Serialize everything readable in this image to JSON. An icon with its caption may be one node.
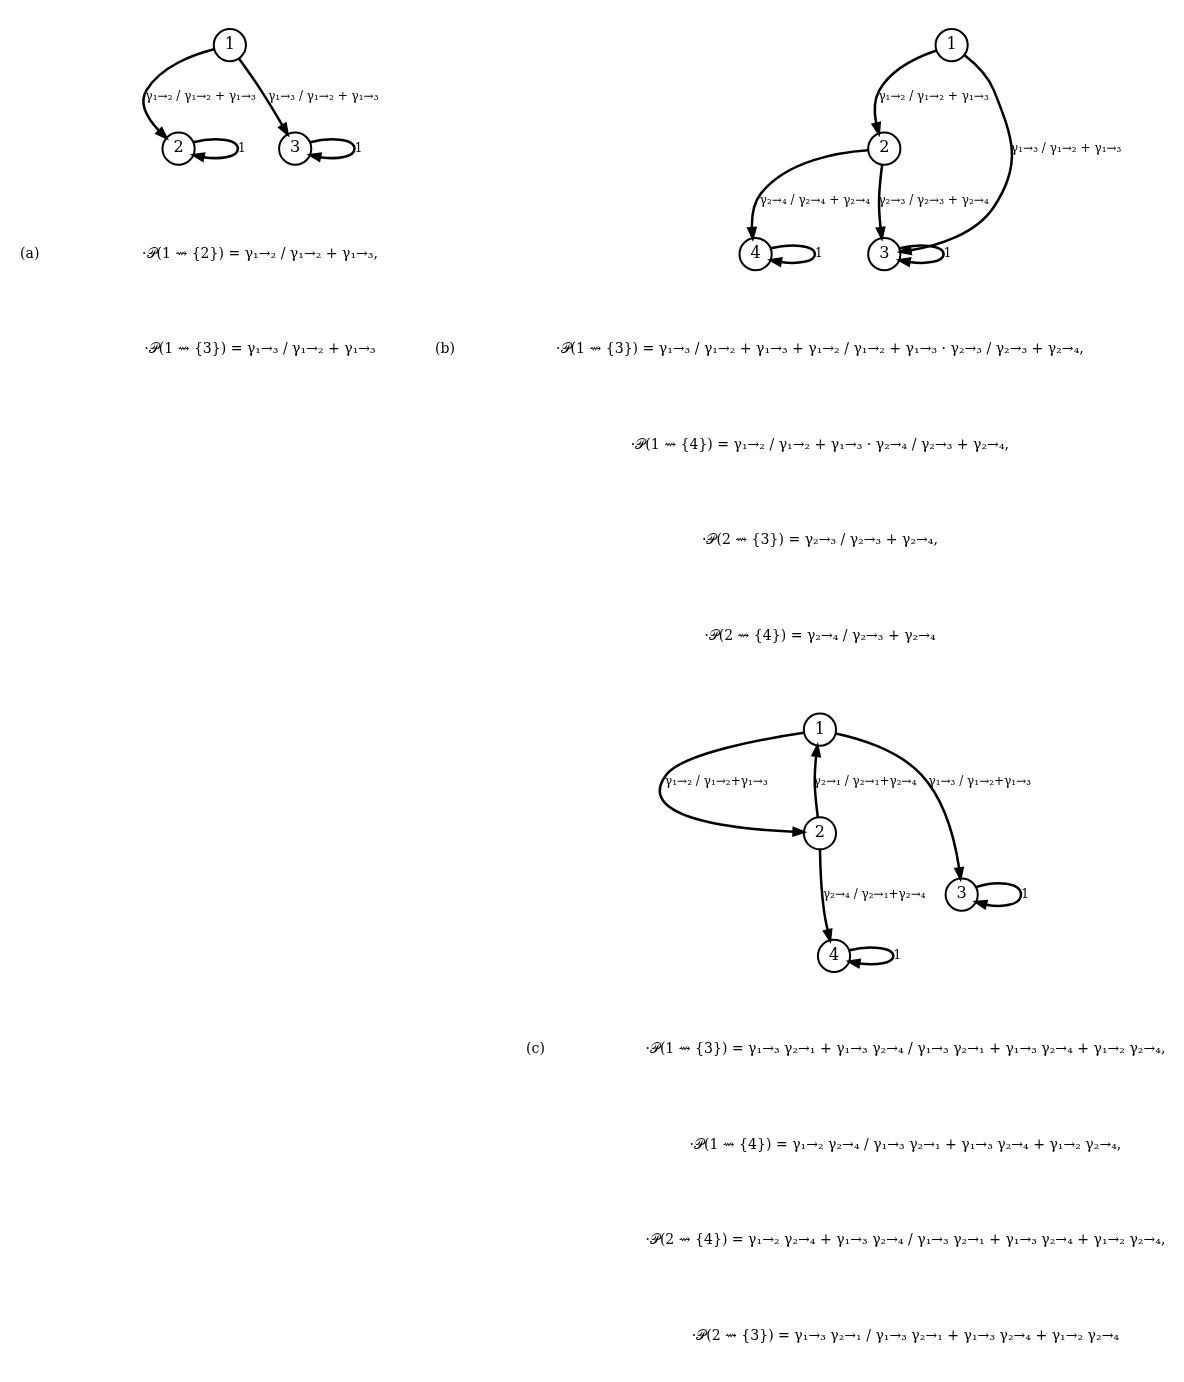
{
  "diagram": {
    "nodes": [
      {
        "text": [
          "1"
        ]
      },
      {
        "text": [
          "2"
        ]
      },
      {
        "text": [
          "3"
        ]
      },
      {
        "text": [
          "1"
        ]
      },
      {
        "text": [
          "2"
        ]
      },
      {
        "text": [
          "4"
        ]
      },
      {
        "text": [
          "3"
        ]
      },
      {
        "text": [
          "1"
        ]
      },
      {
        "text": [
          "2"
        ]
      },
      {
        "text": [
          "3"
        ]
      },
      {
        "text": [
          "4"
        ]
      }
    ],
    "edges": [
      {
        "from": 0,
        "to": 1,
        "arrow": "to",
        "label": "γ₁→₂ / γ₁→₂ + γ₁→₃"
      },
      {
        "from": 0,
        "to": 2,
        "arrow": "to",
        "label": "γ₁→₃ / γ₁→₂ + γ₁→₃"
      },
      {
        "from": 1,
        "to": 1,
        "arrow": "to",
        "label": "1"
      },
      {
        "from": 2,
        "to": 2,
        "arrow": "to",
        "label": "1"
      },
      {
        "from": 3,
        "to": 4,
        "arrow": "to",
        "label": "γ₁→₂ / γ₁→₂ + γ₁→₃"
      },
      {
        "from": 3,
        "to": 6,
        "arrow": "to",
        "label": "γ₁→₃ / γ₁→₂ + γ₁→₃"
      },
      {
        "from": 4,
        "to": 5,
        "arrow": "to",
        "label": "γ₂→₄ / γ₂→₄ + γ₂→₄"
      },
      {
        "from": 4,
        "to": 6,
        "arrow": "to",
        "label": "γ₂→₃ / γ₂→₃ + γ₂→₄"
      },
      {
        "from": 5,
        "to": 5,
        "arrow": "to",
        "label": "1"
      },
      {
        "from": 6,
        "to": 6,
        "arrow": "to",
        "label": "1"
      },
      {
        "from": 7,
        "to": 8,
        "arrow": "to",
        "label": "γ₁→₂ / γ₁→₂+γ₁→₃"
      },
      {
        "from": 8,
        "to": 7,
        "arrow": "to",
        "label": "γ₂→₁ / γ₂→₁+γ₂→₄"
      },
      {
        "from": 7,
        "to": 9,
        "arrow": "to",
        "label": "γ₁→₃ / γ₁→₂+γ₁→₃"
      },
      {
        "from": 8,
        "to": 10,
        "arrow": "to",
        "label": "γ₂→₄ / γ₂→₁+γ₂→₄"
      },
      {
        "from": 9,
        "to": 9,
        "arrow": "to",
        "label": "1"
      },
      {
        "from": 10,
        "to": 10,
        "arrow": "to",
        "label": "1"
      }
    ],
    "labels": [
      "(a)",
      "·𝒫(1 ⇝ {2}) = γ₁→₂ / γ₁→₂ + γ₁→₃,",
      "·𝒫(1 ⇝ {3}) = γ₁→₃ / γ₁→₂ + γ₁→₃",
      "(b)",
      "·𝒫(1 ⇝ {3}) = γ₁→₃ / γ₁→₂ + γ₁→₃ + γ₁→₂ / γ₁→₂ + γ₁→₃ · γ₂→₃ / γ₂→₃ + γ₂→₄,",
      "·𝒫(1 ⇝ {4}) = γ₁→₂ / γ₁→₂ + γ₁→₃ · γ₂→₄ / γ₂→₃ + γ₂→₄,",
      "·𝒫(2 ⇝ {3}) = γ₂→₃ / γ₂→₃ + γ₂→₄,",
      "·𝒫(2 ⇝ {4}) = γ₂→₄ / γ₂→₃ + γ₂→₄",
      "(c)",
      "·𝒫(1 ⇝ {3}) = γ₁→₃ γ₂→₁ + γ₁→₃ γ₂→₄ / γ₁→₃ γ₂→₁ + γ₁→₃ γ₂→₄ + γ₁→₂ γ₂→₄,",
      "·𝒫(1 ⇝ {4}) = γ₁→₂ γ₂→₄ / γ₁→₃ γ₂→₁ + γ₁→₃ γ₂→₄ + γ₁→₂ γ₂→₄,",
      "·𝒫(2 ⇝ {4}) = γ₁→₂ γ₂→₄ + γ₁→₃ γ₂→₄ / γ₁→₃ γ₂→₁ + γ₁→₃ γ₂→₄ + γ₁→₂ γ₂→₄,",
      "·𝒫(2 ⇝ {3}) = γ₁→₃ γ₂→₁ / γ₁→₃ γ₂→₁ + γ₁→₃ γ₂→₄ + γ₁→₂ γ₂→₄"
    ]
  }
}
